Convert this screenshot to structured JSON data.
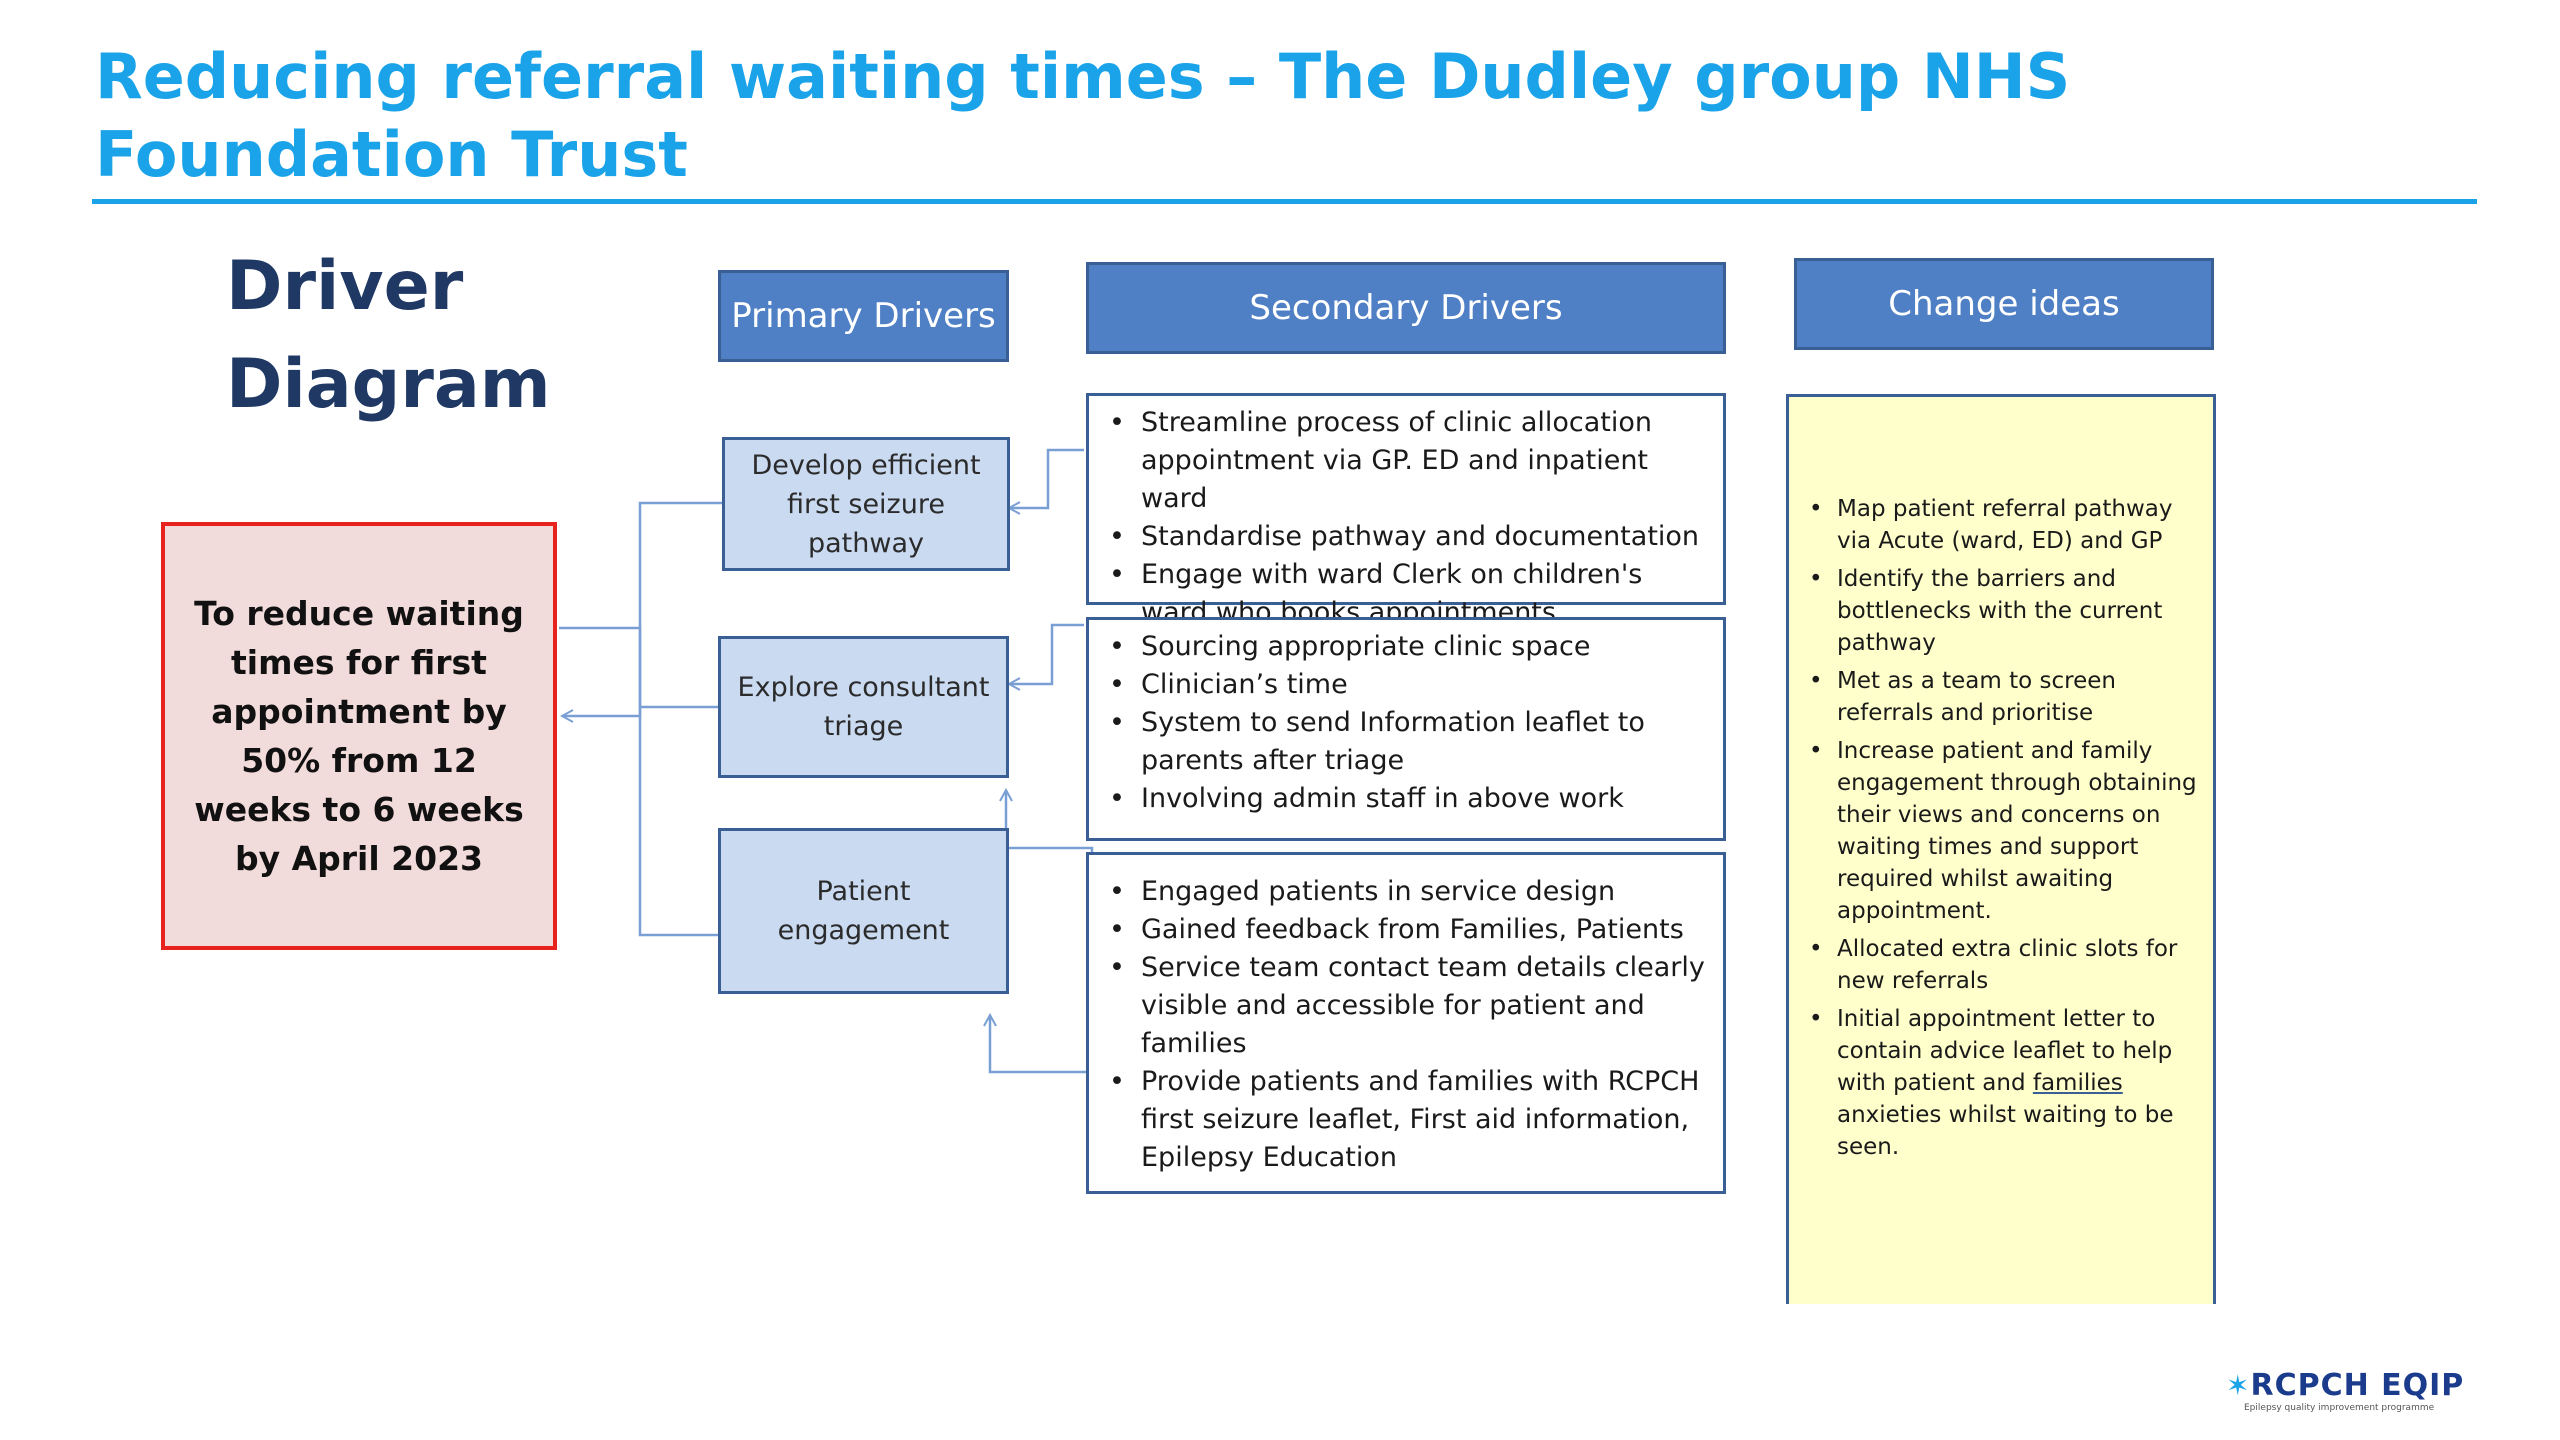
{
  "title": "Reducing referral waiting times – The Dudley group NHS Foundation Trust",
  "diagram_heading": "Driver Diagram",
  "headers": {
    "primary": "Primary Drivers",
    "secondary": "Secondary Drivers",
    "change": "Change ideas"
  },
  "aim": "To reduce waiting times for first appointment by 50% from 12 weeks to 6 weeks by April 2023",
  "primary_drivers": [
    "Develop efficient first seizure pathway",
    "Explore consultant triage",
    "Patient engagement"
  ],
  "secondary_drivers": [
    [
      "Streamline process of clinic allocation appointment via GP. ED and inpatient ward",
      "Standardise pathway and documentation",
      "Engage with ward Clerk on children's ward who books appointments"
    ],
    [
      "Sourcing appropriate clinic space",
      "Clinician’s time",
      "System to send Information leaflet to parents after triage",
      "Involving admin staff in above work"
    ],
    [
      "Engaged patients in  service design",
      "Gained feedback from Families, Patients",
      "Service team contact team details clearly visible and accessible for patient and families",
      "Provide patients and families  with RCPCH first seizure leaflet, First aid information, Epilepsy Education"
    ]
  ],
  "change_ideas": [
    "Map patient referral pathway via Acute (ward, ED) and GP",
    "Identify the barriers and bottlenecks with the current pathway",
    "Met as a team to screen referrals and prioritise",
    "Increase patient and family engagement through obtaining their views and concerns on waiting times and support required whilst awaiting appointment.",
    "Allocated extra clinic slots for new referrals"
  ],
  "last_change_idea": {
    "before": "Initial appointment letter to contain advice leaflet to help with patient and ",
    "underlined": "families",
    "after": " anxieties whilst waiting to be seen."
  },
  "logo": {
    "star": "✶",
    "name": "RCPCH EQIP",
    "tagline": "Epilepsy quality improvement programme"
  },
  "colors": {
    "title": "#1aa3e8",
    "header_fill": "#4f7fc4",
    "driver_fill": "#c9daf1",
    "aim_fill": "#f2dcdb",
    "aim_border": "#e8221c",
    "change_fill": "#ffffcc",
    "connector": "#7a9fd4"
  }
}
